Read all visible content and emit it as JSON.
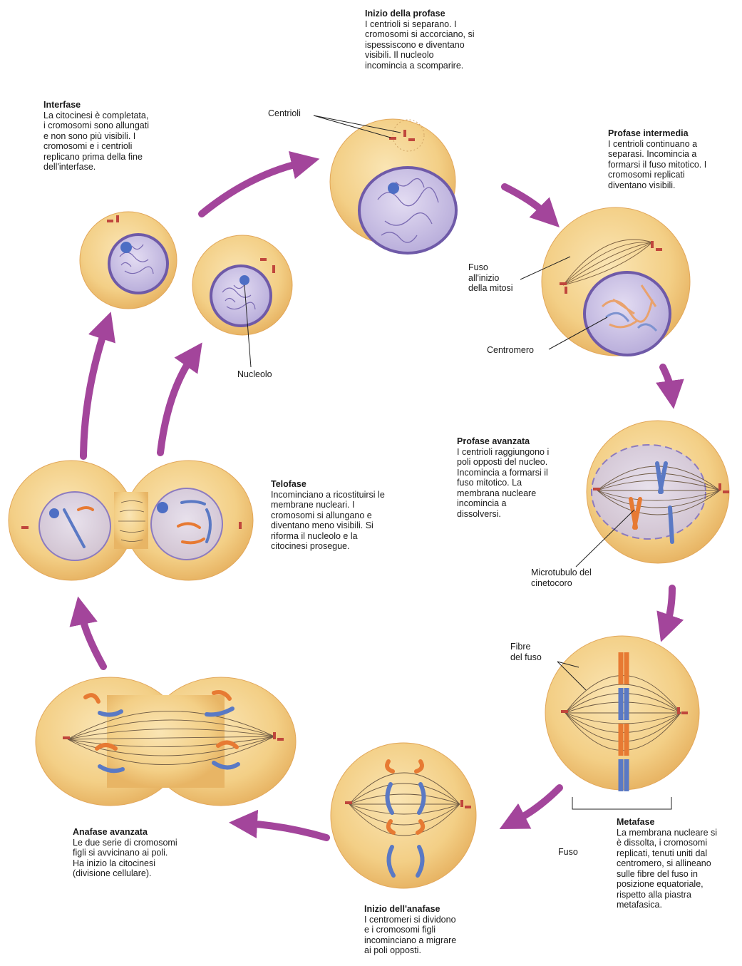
{
  "stages": {
    "interfase": {
      "title": "Interfase",
      "body": "La citocinesi è completata,\ni cromosomi sono allungati\ne non sono più visibili. I\ncromosomi e i centrioli\nreplicano prima della fine\ndell'interfase."
    },
    "inizio_profase": {
      "title": "Inizio della profase",
      "body": "I centrioli si separano. I\ncromosomi si accorciano, si\nispessiscono e diventano\nvisibili. Il nucleolo\nincomincia a scomparire."
    },
    "profase_intermedia": {
      "title": "Profase intermedia",
      "body": "I centrioli continuano a\nseparasi. Incomincia a\nformarsi il fuso mitotico. I\ncromosomi replicati\ndiventano visibili."
    },
    "profase_avanzata": {
      "title": "Profase avanzata",
      "body": "I centrioli raggiungono i\npoli opposti del nucleo.\nIncomincia a formarsi il\nfuso mitotico. La\nmembrana nucleare\nincomincia a\ndissolversi."
    },
    "metafase": {
      "title": "Metafase",
      "body": "La membrana nucleare si\nè dissolta, i cromosomi\nreplicati, tenuti uniti dal\ncentromero, si allineano\nsulle fibre del fuso in\nposizione equatoriale,\nrispetto alla piastra\nmetafasica."
    },
    "inizio_anafase": {
      "title": "Inizio dell'anafase",
      "body": "I centromeri si dividono\ne i cromosomi figli\nincominciano a migrare\nai poli opposti."
    },
    "anafase_avanzata": {
      "title": "Anafase avanzata",
      "body": "Le due serie di cromosomi\nfigli si avvicinano ai poli.\nHa inizio la citocinesi\n(divisione cellulare)."
    },
    "telofase": {
      "title": "Telofase",
      "body": "Incominciano a ricostituirsi le\nmembrane nucleari. I\ncromosomi si allungano e\ndiventano meno visibili. Si\nriforma il nucleolo e la\ncitocinesi prosegue."
    }
  },
  "labels": {
    "centrioli": "Centrioli",
    "fuso_inizio": "Fuso\nall'inizio\ndella mitosi",
    "centromero": "Centromero",
    "nucleolo": "Nucleolo",
    "microtubulo": "Microtubulo del\ncinetocoro",
    "fibre_fuso": "Fibre\ndel fuso",
    "fuso": "Fuso"
  },
  "colors": {
    "cell_fill": "#f3cf86",
    "cell_edge": "#e4a857",
    "nucleus_fill": "#c9bfe3",
    "nucleus_edge": "#6f5aa8",
    "arrow": "#a3459b",
    "chromosome_blue": "#5a79c4",
    "chromosome_orange": "#e77a33"
  }
}
